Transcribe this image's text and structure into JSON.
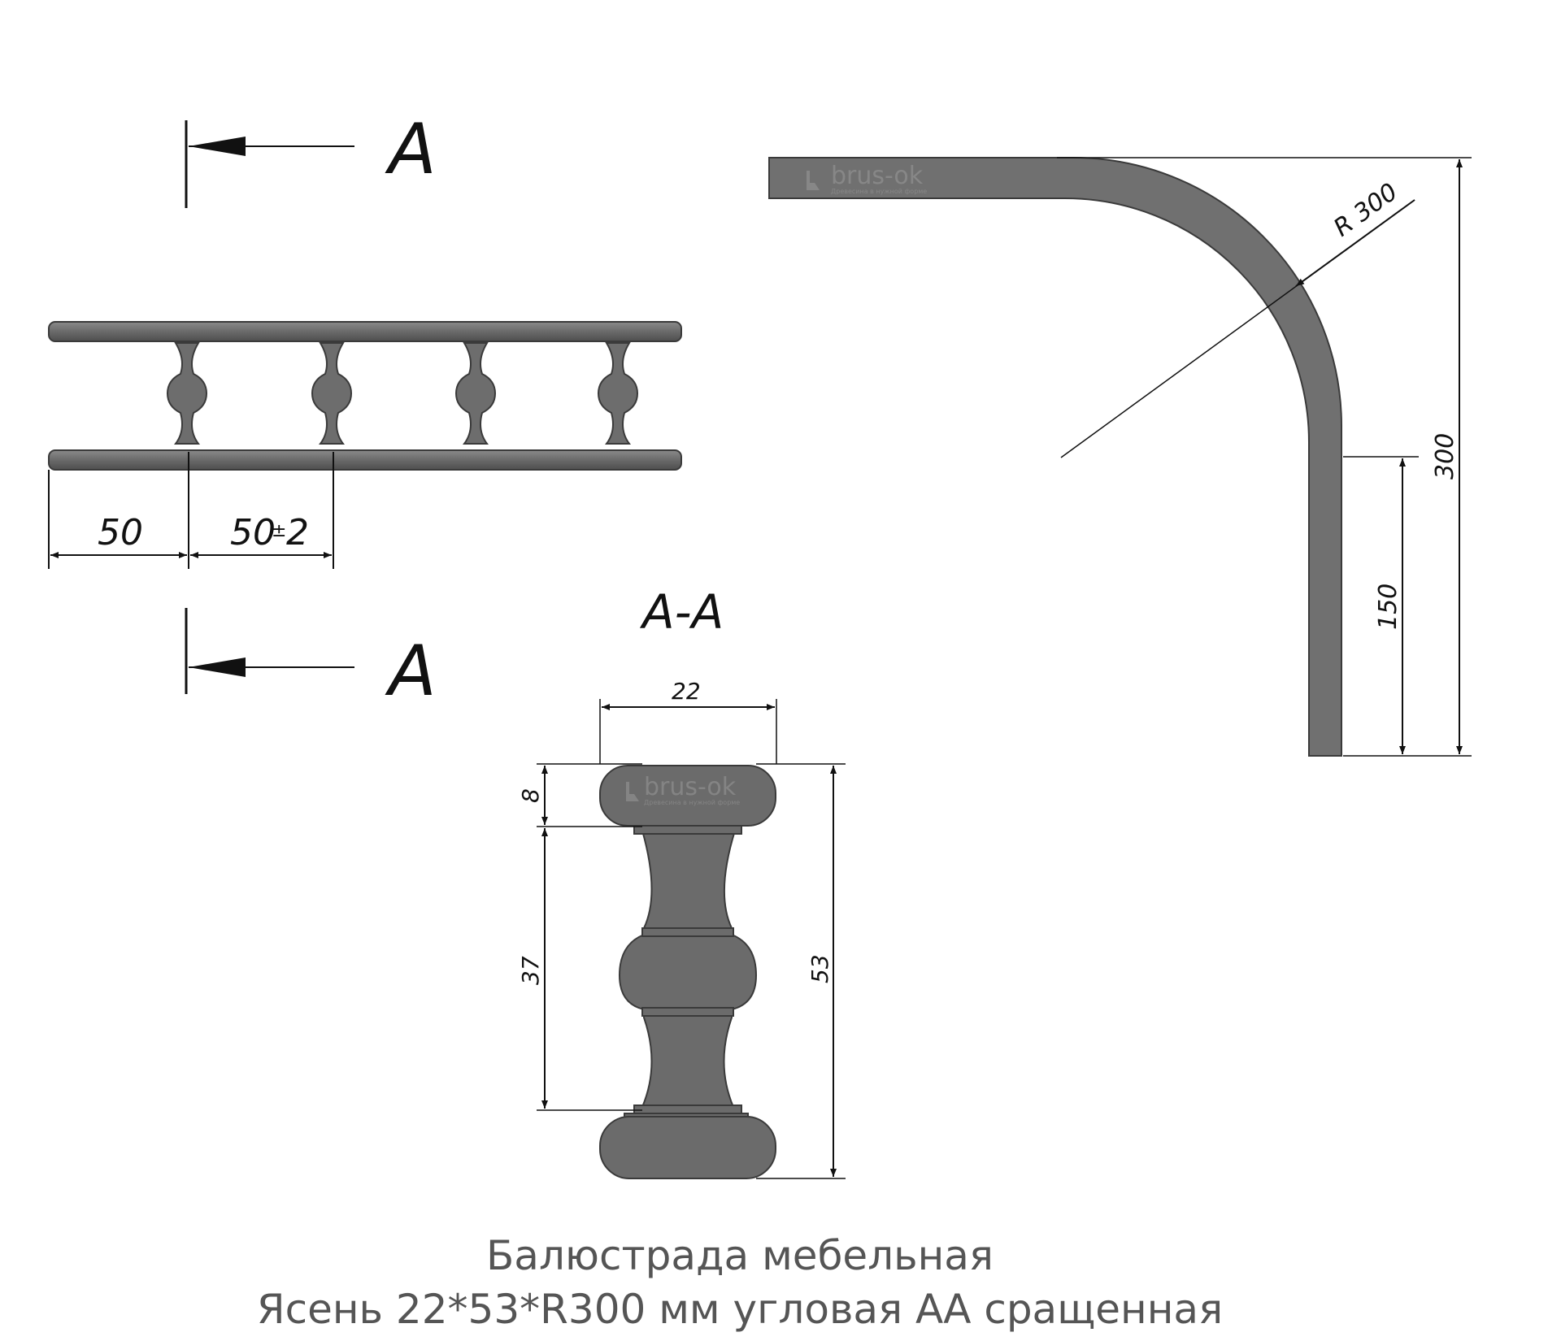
{
  "section_marks": {
    "top": "A",
    "bottom": "A",
    "section_title": "A-A"
  },
  "front_view": {
    "dim_left": "50",
    "dim_right_base": "50",
    "dim_right_tol": "±",
    "dim_right_val": "2"
  },
  "corner_view": {
    "radius_label": "R 300",
    "height_label": "300",
    "straight_label": "150",
    "watermark": "brus-ok",
    "watermark_sub": "Древесина в нужной форме"
  },
  "section_view": {
    "width_label": "22",
    "cap_label": "8",
    "body_label": "37",
    "total_label": "53",
    "watermark": "brus-ok",
    "watermark_sub": "Древесина в нужной форме"
  },
  "caption": {
    "line1": "Балюстрада мебельная",
    "line2": "Ясень 22*53*R300 мм угловая АА сращенная"
  },
  "colors": {
    "part_fill": "#6b6b6b",
    "part_stroke": "#3a3a3a",
    "line": "#111111",
    "caption": "#555555"
  }
}
